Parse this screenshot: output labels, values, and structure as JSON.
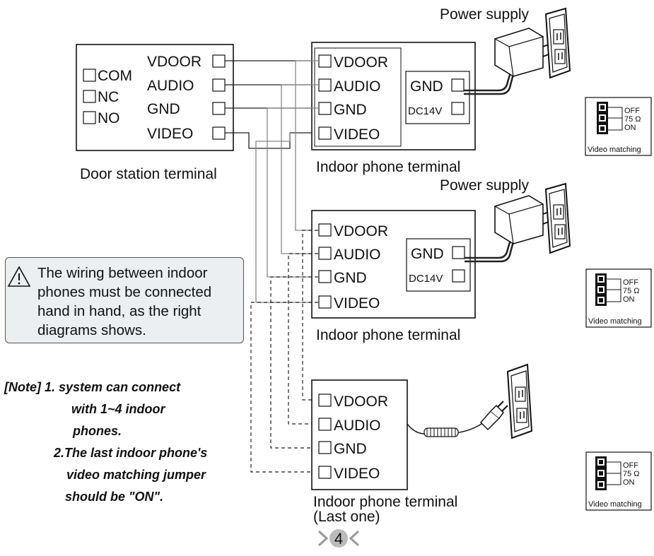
{
  "door_station": {
    "caption": "Door station terminal",
    "left_terminals": [
      "COM",
      "NC",
      "NO"
    ],
    "right_terminals": [
      "VDOOR",
      "AUDIO",
      "GND",
      "VIDEO"
    ]
  },
  "indoor_phones": [
    {
      "caption": "Indoor phone terminal",
      "caption2": "",
      "terminals": [
        "VDOOR",
        "AUDIO",
        "GND",
        "VIDEO"
      ],
      "power_terminals": [
        "GND",
        "DC14V"
      ],
      "power_label": "Power supply"
    },
    {
      "caption": "Indoor phone terminal",
      "caption2": "",
      "terminals": [
        "VDOOR",
        "AUDIO",
        "GND",
        "VIDEO"
      ],
      "power_terminals": [
        "GND",
        "DC14V"
      ],
      "power_label": "Power supply"
    },
    {
      "caption": "Indoor phone terminal",
      "caption2": "(Last one)",
      "terminals": [
        "VDOOR",
        "AUDIO",
        "GND",
        "VIDEO"
      ]
    }
  ],
  "video_matching": {
    "label": "Video matching",
    "off": "OFF",
    "ohm": "75 Ω",
    "on": "ON",
    "jumper_positions": [
      "OFF",
      "OFF",
      "ON"
    ]
  },
  "warning": {
    "text": "The wiring between indoor phones must be connected hand in hand, as the right diagrams shows.",
    "lines": [
      "The wiring between indoor",
      "phones must be connected",
      "hand in hand, as the right",
      "diagrams shows."
    ]
  },
  "note": {
    "lines": [
      "[Note] 1. system can connect",
      "with 1~4 indoor",
      "phones.",
      "2.The last indoor phone's",
      "video matching jumper",
      "should be \"ON\"."
    ]
  },
  "page": {
    "number": "4"
  }
}
